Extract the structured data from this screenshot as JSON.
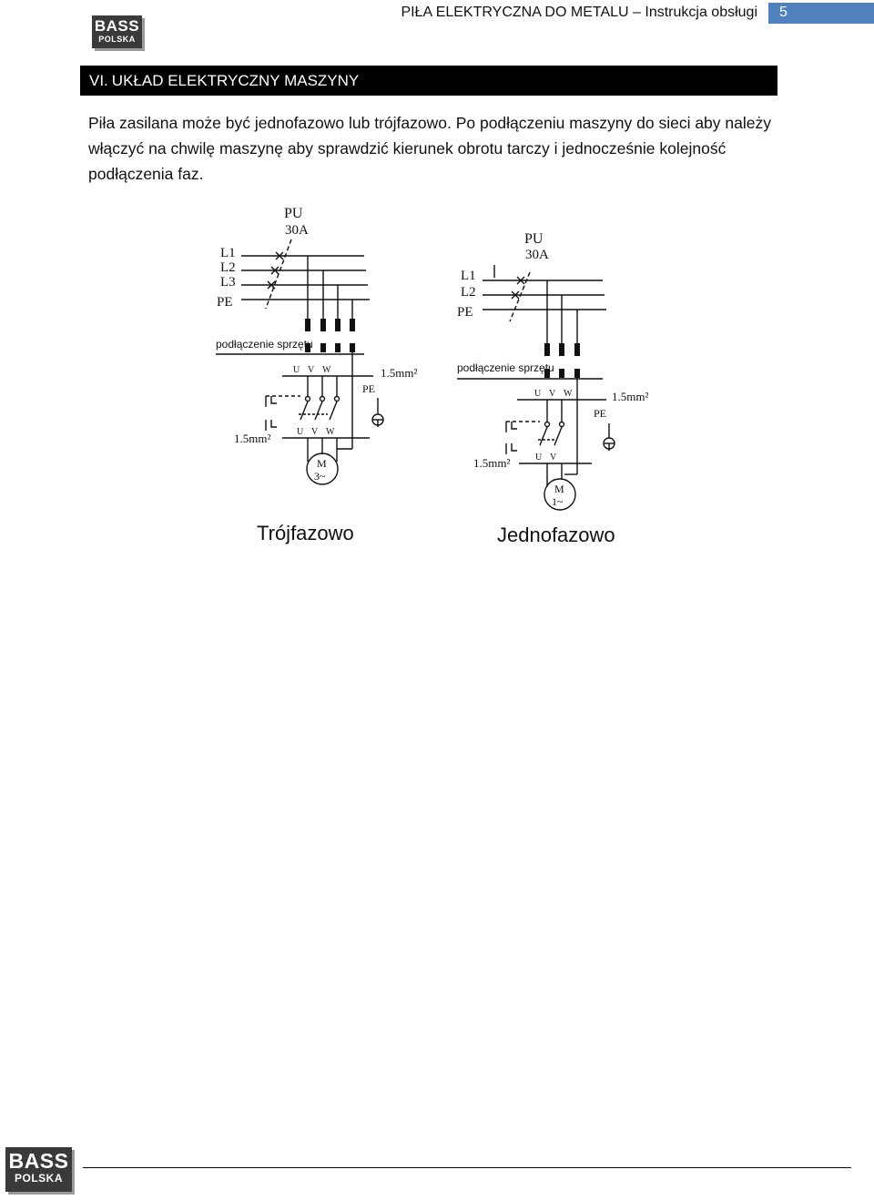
{
  "header": {
    "logo_main": "BASS",
    "logo_sub": "POLSKA",
    "title": "PIŁA ELEKTRYCZNA DO METALU – Instrukcja obsługi",
    "page_number": "5"
  },
  "section": {
    "number": "VI.",
    "title": "UKŁAD ELEKTRYCZNY MASZYNY"
  },
  "body": {
    "paragraph": "Piła zasilana może być jednofazowo lub trójfazowo. Po podłączeniu maszyny do sieci aby należy włączyć na chwilę maszynę aby sprawdzić kierunek obrotu tarczy i jednocześnie kolejność podłączenia faz."
  },
  "diagrams": {
    "three_phase": {
      "breaker_label": "PU",
      "breaker_rating": "30A",
      "line_labels": [
        "L1",
        "L2",
        "L3",
        "PE"
      ],
      "equipment_label": "podłączenie sprzętu",
      "terminal_labels": [
        "U",
        "V",
        "W"
      ],
      "wire_size_top": "1.5mm²",
      "wire_size_bottom": "1.5mm²",
      "pe_label": "PE",
      "motor_label": "M",
      "motor_type": "3~",
      "caption": "Trójfazowo"
    },
    "single_phase": {
      "breaker_label": "PU",
      "breaker_rating": "30A",
      "line_labels": [
        "L1",
        "L2",
        "PE"
      ],
      "equipment_label": "podłączenie sprzętu",
      "terminal_labels": [
        "U",
        "V",
        "W"
      ],
      "wire_size_top": "1.5mm²",
      "wire_size_bottom": "1.5mm²",
      "pe_label": "PE",
      "motor_label": "M",
      "motor_type": "1~",
      "caption": "Jednofazowo"
    }
  },
  "footer": {
    "logo_main": "BASS",
    "logo_sub": "POLSKA"
  }
}
